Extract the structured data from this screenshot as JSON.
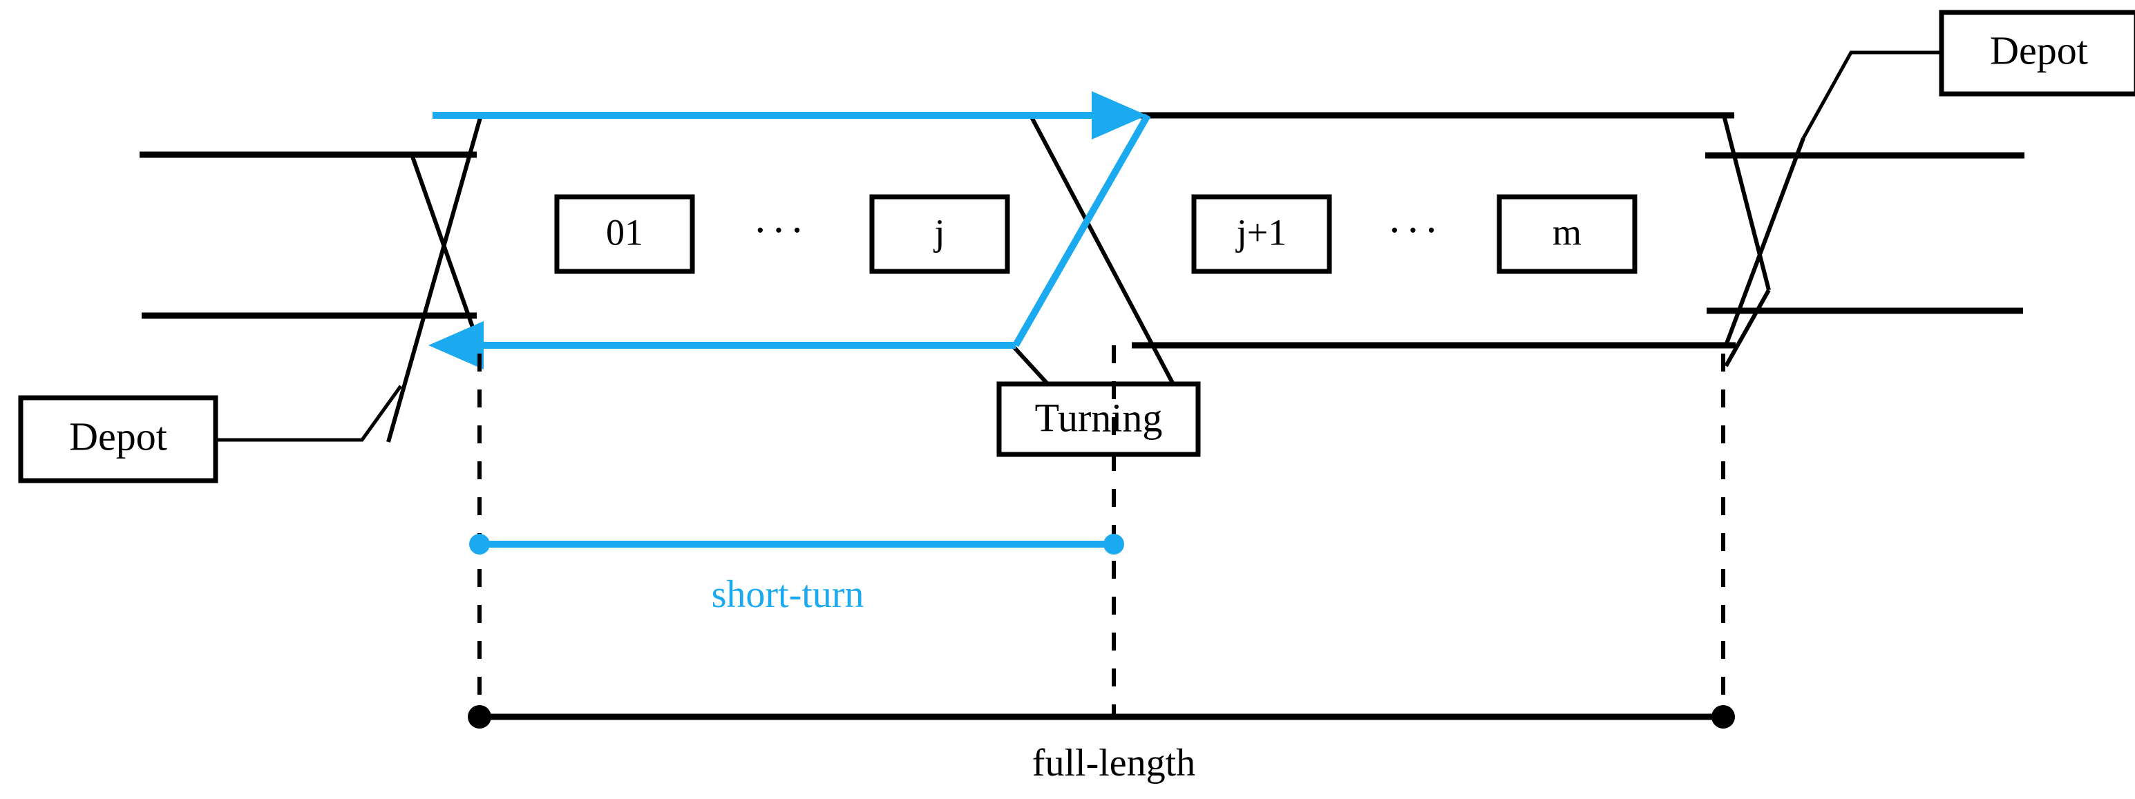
{
  "figure": {
    "type": "transit-line-schematic",
    "background": "#ffffff",
    "accent_color": "#1BAAF0",
    "line_color": "#000000"
  },
  "depots": [
    {
      "label": "Depot",
      "position": "bottom-left"
    },
    {
      "label": "Depot",
      "position": "top-right"
    }
  ],
  "turning": {
    "label": "Turning"
  },
  "stations": [
    {
      "label": "01"
    },
    {
      "label": "···"
    },
    {
      "label": "j"
    },
    {
      "label": "j+1"
    },
    {
      "label": "···"
    },
    {
      "label": "m"
    }
  ],
  "station_boxes_left": [
    {
      "label": "01"
    },
    {
      "label": "j"
    }
  ],
  "station_boxes_right": [
    {
      "label": "j+1"
    },
    {
      "label": "m"
    }
  ],
  "ellipsis": {
    "label": "···"
  },
  "measures": [
    {
      "label": "short-turn",
      "color": "#1BAAF0"
    },
    {
      "label": "full-length",
      "color": "#000000"
    }
  ],
  "short_turn": {
    "label": "short-turn"
  },
  "full_length": {
    "label": "full-length"
  },
  "icons": {
    "arrow_right": "arrow-right-icon",
    "arrow_left": "arrow-left-icon",
    "endpoint_dot": "endpoint-dot-icon"
  }
}
